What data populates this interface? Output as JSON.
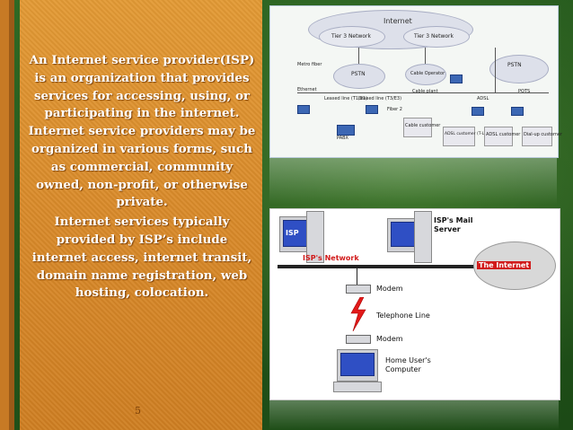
{
  "slide": {
    "paragraph1": "An Internet service provider(ISP) is an organization that provides services for accessing, using, or participating in the internet. Internet service providers may be organized in various forms, such as commercial, community owned, non-profit, or otherwise private.",
    "paragraph2": "Internet services typically provided by ISP’s include internet access, internet transit, domain name registration, web hosting, colocation.",
    "page_number": "5"
  },
  "network_diagram": {
    "internet_label": "Internet",
    "tier3_a": "Tier 3 Network",
    "tier3_b": "Tier 3 Network",
    "pstn_a": "PSTN",
    "pstn_b": "PSTN",
    "cable_operator": "Cable Operator",
    "cable_modem_tagline": "Cable plant",
    "adsl_customer_a": "ADSL customer (T-Line office)",
    "adsl_customer_b": "ADSL customer",
    "dialup_customer": "Dial-up customer",
    "cable_customer": "Cable customer",
    "ethernet": "Ethernet",
    "leased_line_a": "Leased line (T1/E1)",
    "leased_line_b": "Leased line (T3/E3)",
    "pbx": "PABX",
    "fiber": "Fiber 2",
    "metro": "Metro fiber",
    "adsl": "ADSL",
    "pots": "POTS"
  },
  "isp_diagram": {
    "isp_screen_label": "ISP",
    "mail_server": "ISP's Mail Server",
    "isp_network": "ISP's Network",
    "the_internet": "The Internet",
    "modem_top": "Modem",
    "telephone_line": "Telephone Line",
    "modem_bottom": "Modem",
    "home_computer": "Home User's Computer"
  },
  "colors": {
    "panel_orange": "#d98a2a",
    "background_green": "#23551b",
    "isp_network_red": "#d11b1b",
    "screen_blue": "#2f4fc4"
  }
}
